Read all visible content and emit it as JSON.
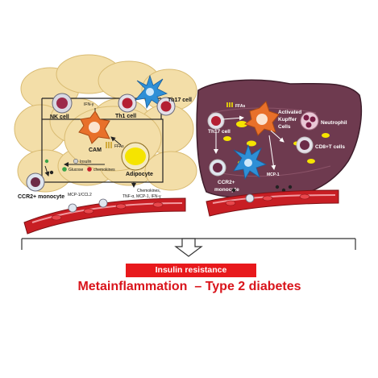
{
  "adipose": {
    "nk_cell": "NK cell",
    "th1_cell": "Th1 cell",
    "th17_cell": "Th17 cell",
    "ifn_gamma": "IFN-γ",
    "cam": "CAM",
    "ffas": "FFAs",
    "insulin": "Insulin",
    "glucose": "Glucose",
    "chemokines_legend": "chemokines",
    "adipocyte": "Adipocyte",
    "chemokines_list": [
      "Chemokines,",
      "TNF-α, MCP-1, IFN-γ"
    ],
    "monocyte": "CCR2+ monocyte",
    "mcp": "MCP-1/CCL2"
  },
  "liver": {
    "ffas": "FFAs",
    "th17_cell": "Th17 cell",
    "kupffer": [
      "Activated",
      "Kupffer",
      "Cells"
    ],
    "neutrophil": "Neutrophil",
    "cd8": "CD8+T cells",
    "monocyte": [
      "CCR2+",
      "monocyte"
    ],
    "mcp": "MCP-1"
  },
  "outcome": {
    "banner": "Insulin resistance",
    "subtitle": "Metainflammation  – Type 2 diabetes"
  },
  "colors": {
    "adipose": "#f0d9a0",
    "liver": "#6e3a4f",
    "vessel": "#c81e24",
    "banner": "#e8191c"
  }
}
